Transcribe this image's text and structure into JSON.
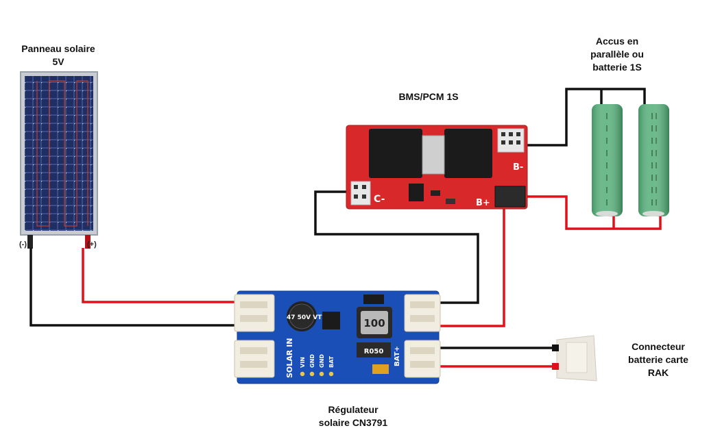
{
  "labels": {
    "solar_panel": "Panneau solaire\n5V",
    "bms": "BMS/PCM 1S",
    "battery": "Accus en\nparallèle ou\nbatterie 1S",
    "connector": "Connecteur\nbatterie carte\nRAK",
    "regulator": "Régulateur\nsolaire CN3791"
  },
  "panel_terminals": {
    "negative": "(-)",
    "positive": "(+)"
  },
  "bms_silk": {
    "c_minus": "C-",
    "b_minus": "B-",
    "b_plus": "B+"
  },
  "regulator_silk": {
    "solar_in": "SOLAR IN",
    "bat": "BAT+",
    "inductor": "100",
    "resistor": "R050",
    "capacitor": "47 50V VT",
    "pins": [
      "VIN",
      "GND",
      "GND",
      "BAT"
    ]
  },
  "colors": {
    "wire_positive": "#e0101a",
    "wire_negative": "#111111",
    "bms_board": "#d8282a",
    "regulator_board": "#1a4fb8",
    "cell": "#55b07a",
    "panel_cell": "#1f2f63"
  }
}
